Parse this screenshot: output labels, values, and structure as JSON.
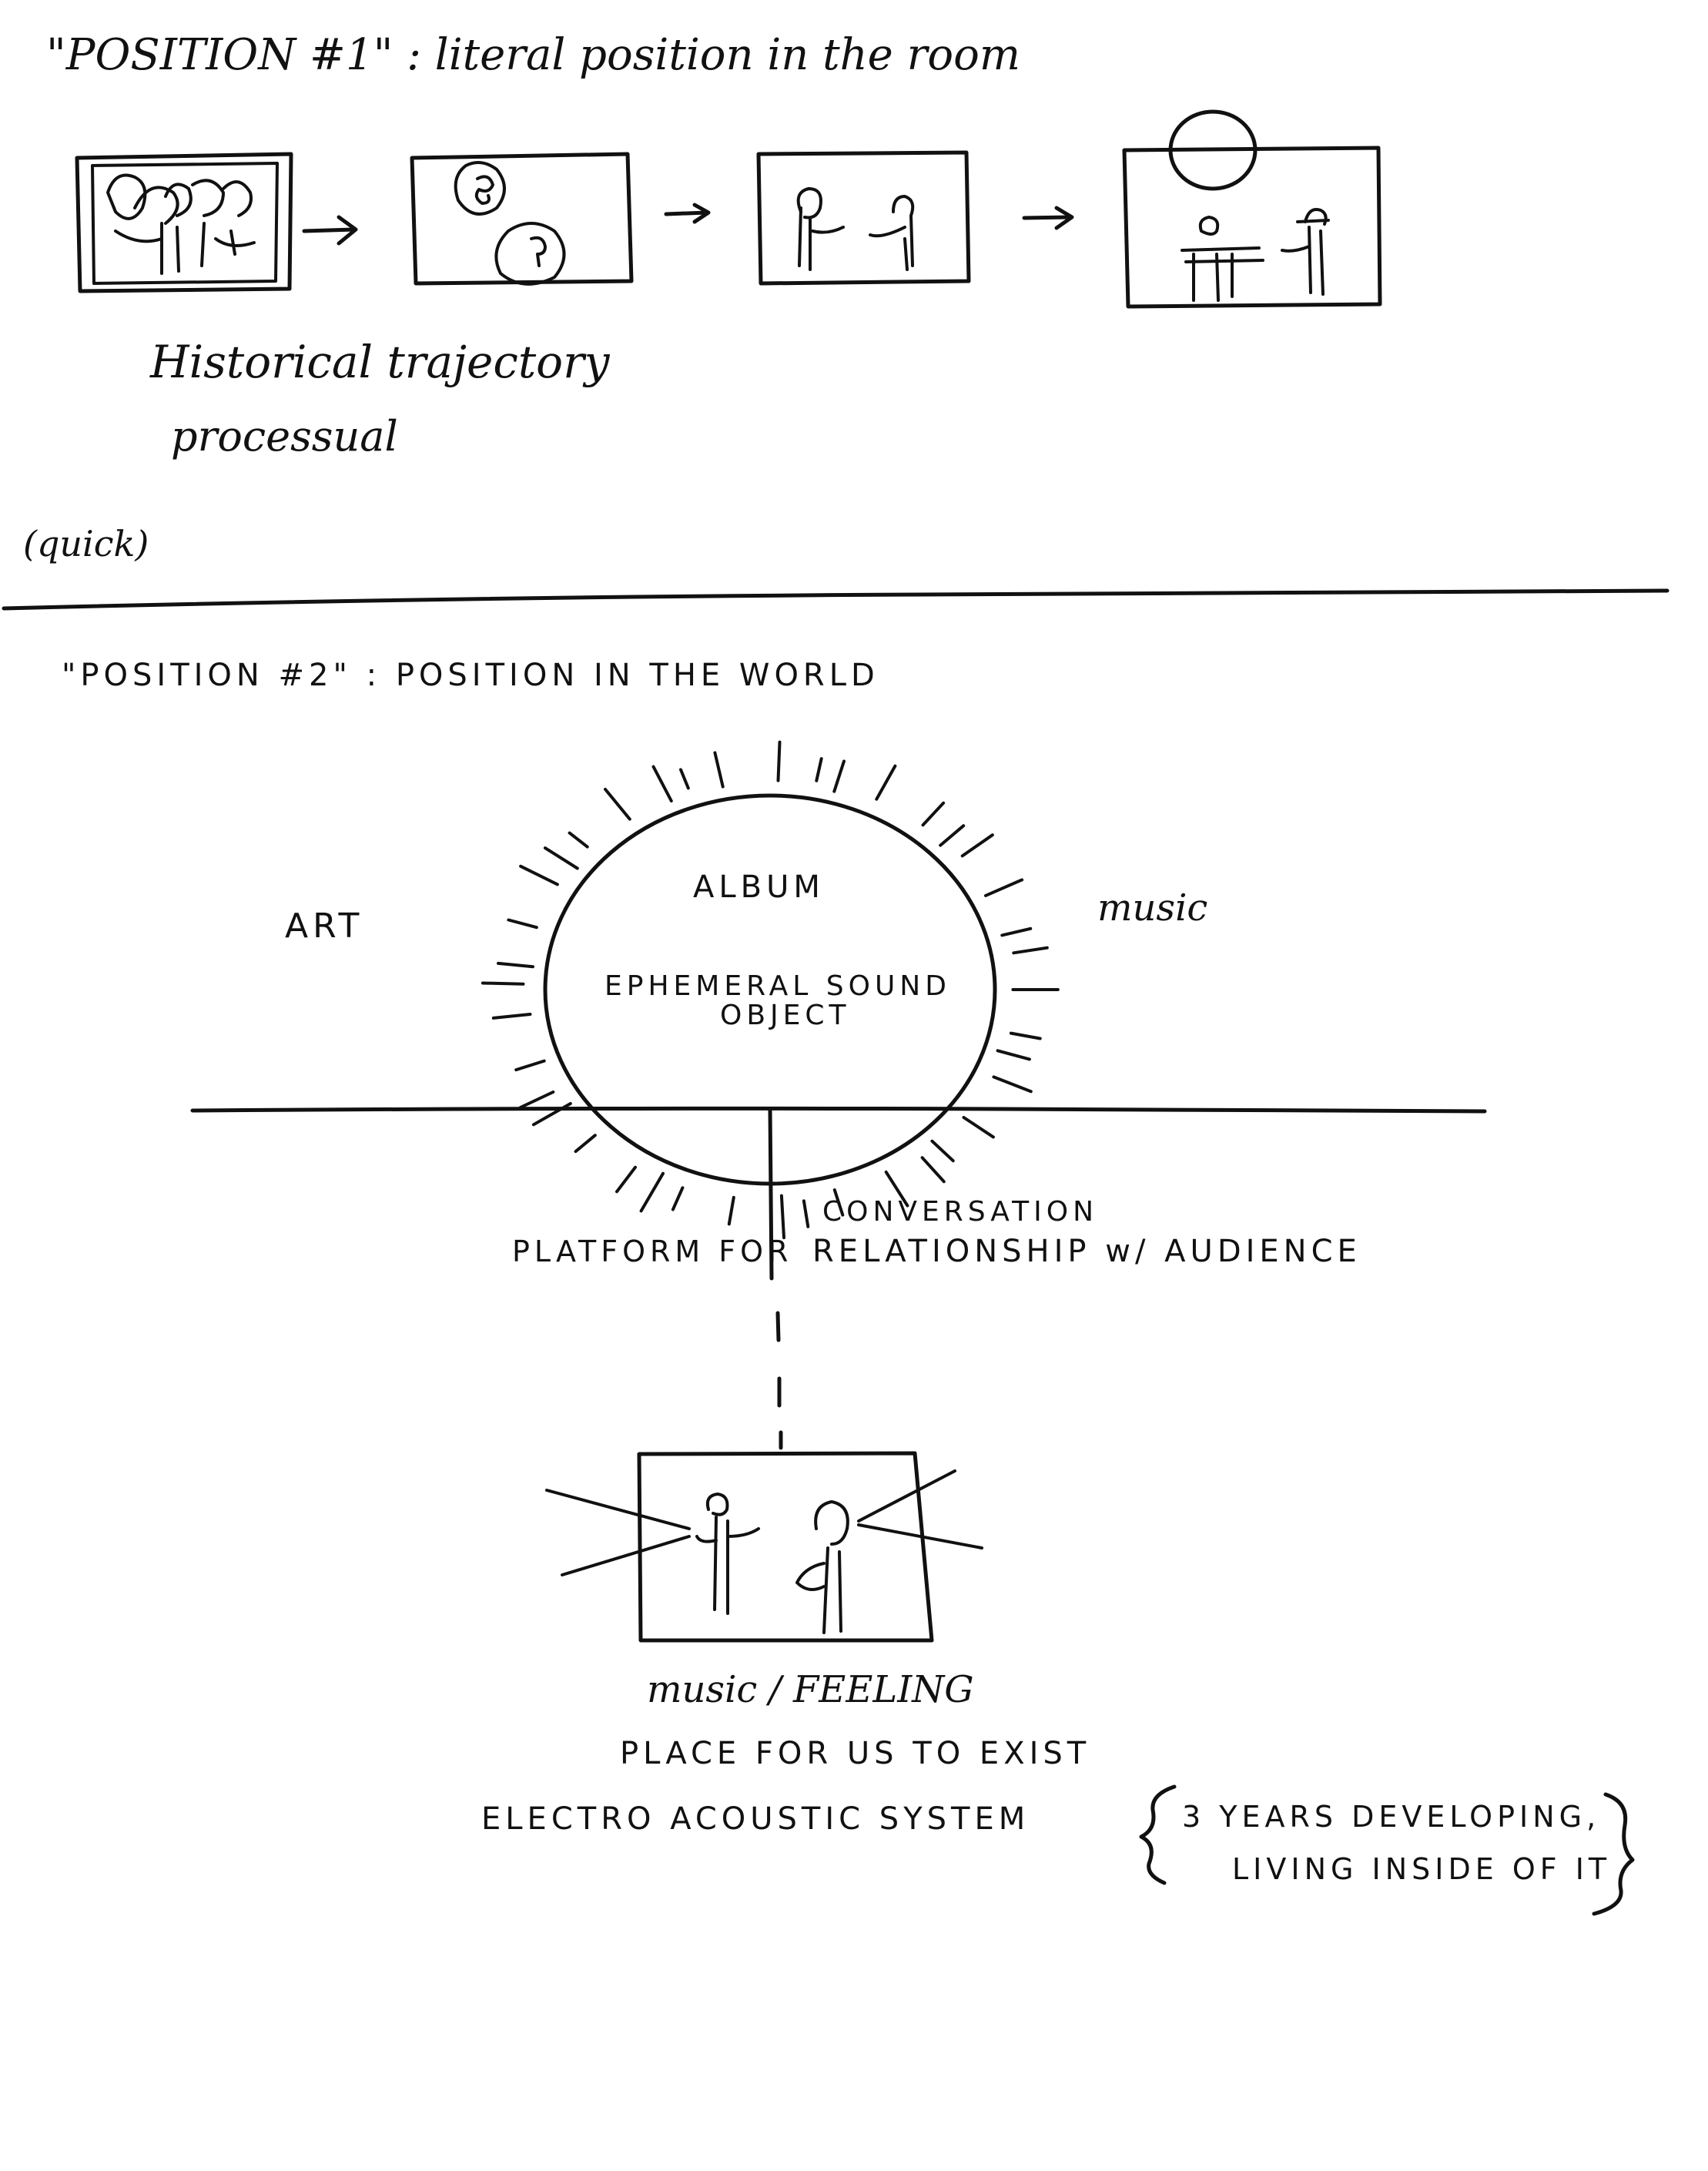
{
  "section1": {
    "heading": "\"POSITION #1\" : literal position in the room",
    "note_line1": "Historical trajectory",
    "note_line2": "processual",
    "aside": "(quick)"
  },
  "section2": {
    "heading": "\"POSITION #2\" : POSITION IN THE WORLD",
    "circle_line1": "ALBUM",
    "circle_line2": "EPHEMERAL SOUND",
    "circle_line3": "OBJECT",
    "left_label": "ART",
    "right_label": "music",
    "platform_left": "PLATFORM FOR",
    "platform_top": "CONVERSATION",
    "platform_right": "RELATIONSHIP  w/ AUDIENCE",
    "box_caption1": "music / FEELING",
    "box_caption2": "PLACE FOR US TO EXIST",
    "box_caption3": "ELECTRO ACOUSTIC SYSTEM",
    "bracket_line1": "3 YEARS DEVELOPING,",
    "bracket_line2": "LIVING INSIDE OF IT"
  },
  "colors": {
    "ink": "#111111",
    "paper": "#ffffff"
  }
}
